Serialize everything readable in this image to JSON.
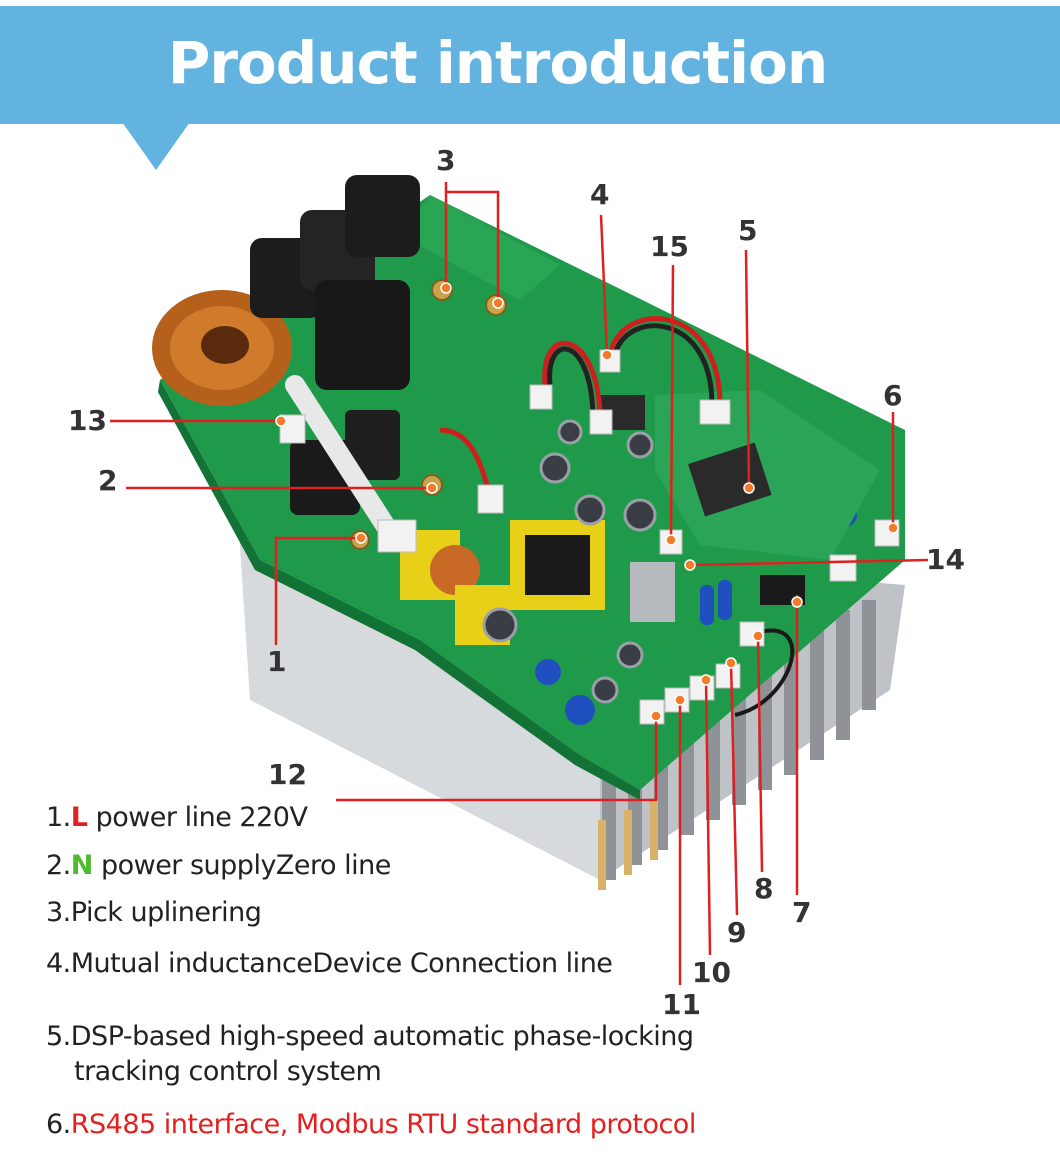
{
  "header": {
    "title": "Product introduction"
  },
  "callouts": [
    "1",
    "2",
    "3",
    "4",
    "5",
    "6",
    "7",
    "8",
    "9",
    "10",
    "11",
    "12",
    "13",
    "14",
    "15"
  ],
  "features": [
    {
      "number": "1.",
      "highlight": "L",
      "text": " power line 220V"
    },
    {
      "number": "2.",
      "highlight": "N",
      "text": " power supplyZero line"
    },
    {
      "number": "3.",
      "text": "Pick uplinering"
    },
    {
      "number": "4.",
      "text": "Mutual inductanceDevice Connection line"
    },
    {
      "number": "5.",
      "text": "DSP-based high-speed automatic phase-locking",
      "text2": "tracking control system"
    },
    {
      "number": "6.",
      "text": "RS485 interface, Modbus RTU standard protocol"
    }
  ],
  "colors": {
    "banner": "#62b3df",
    "pcb": "#1f9a4a",
    "heatsink": "#c9ccd0",
    "callout_line": "#e02020",
    "highlight_red": "#e41f1f",
    "highlight_green": "#4dbb2b"
  }
}
